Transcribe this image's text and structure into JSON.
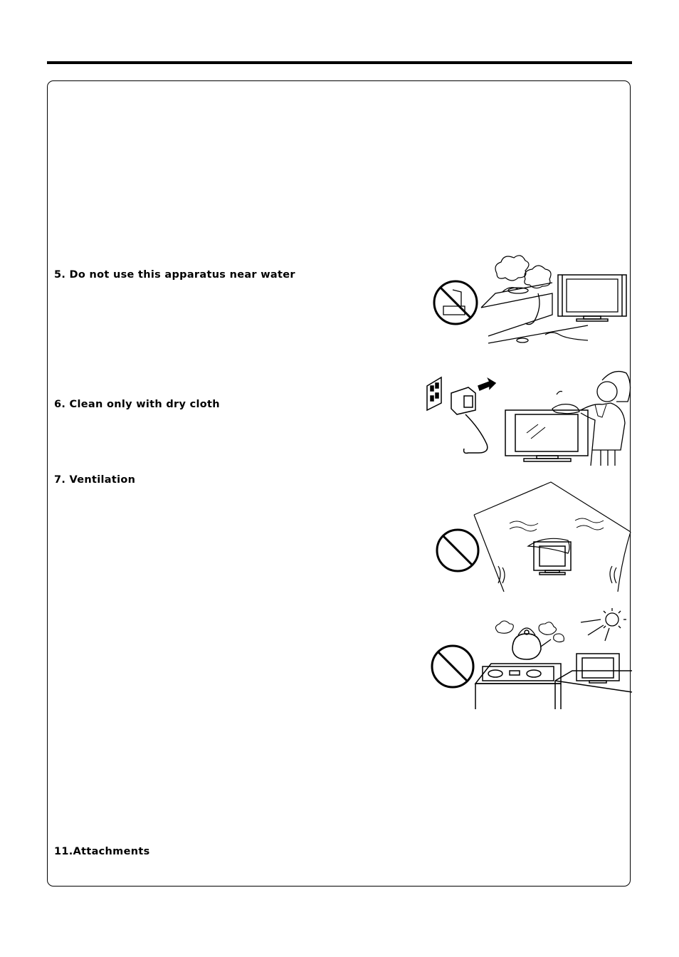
{
  "sections": [
    {
      "label": "5. Do not use this apparatus near water",
      "illustration": "tv-near-water-prohibited"
    },
    {
      "label": "6. Clean only with dry cloth",
      "illustration": "unplug-and-wipe-with-dry-cloth"
    },
    {
      "label": "7. Ventilation",
      "illustrations": [
        "covered-tv-no-ventilation-prohibited",
        "tv-near-heat-source-prohibited"
      ]
    },
    {
      "label": "11.Attachments"
    }
  ],
  "icons": [
    "prohibited-sign-icon",
    "unplug-arrow-icon",
    "sun-icon"
  ]
}
